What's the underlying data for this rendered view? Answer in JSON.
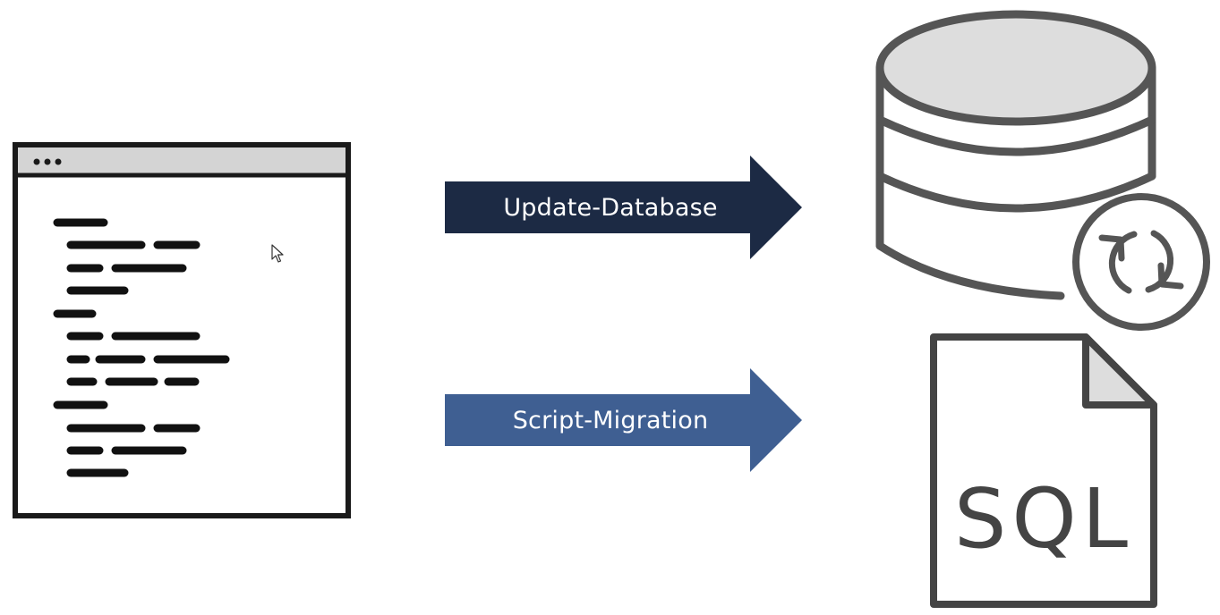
{
  "arrows": {
    "update_database": {
      "label": "Update-Database",
      "color": "#1c2a44"
    },
    "script_migration": {
      "label": "Script-Migration",
      "color": "#3f5f92"
    }
  },
  "sql_file": {
    "label": "SQL"
  },
  "icons": {
    "code_window": "code-window-icon",
    "database": "database-icon",
    "refresh": "refresh-icon",
    "sql_file": "sql-file-icon",
    "cursor": "mouse-cursor-icon"
  }
}
